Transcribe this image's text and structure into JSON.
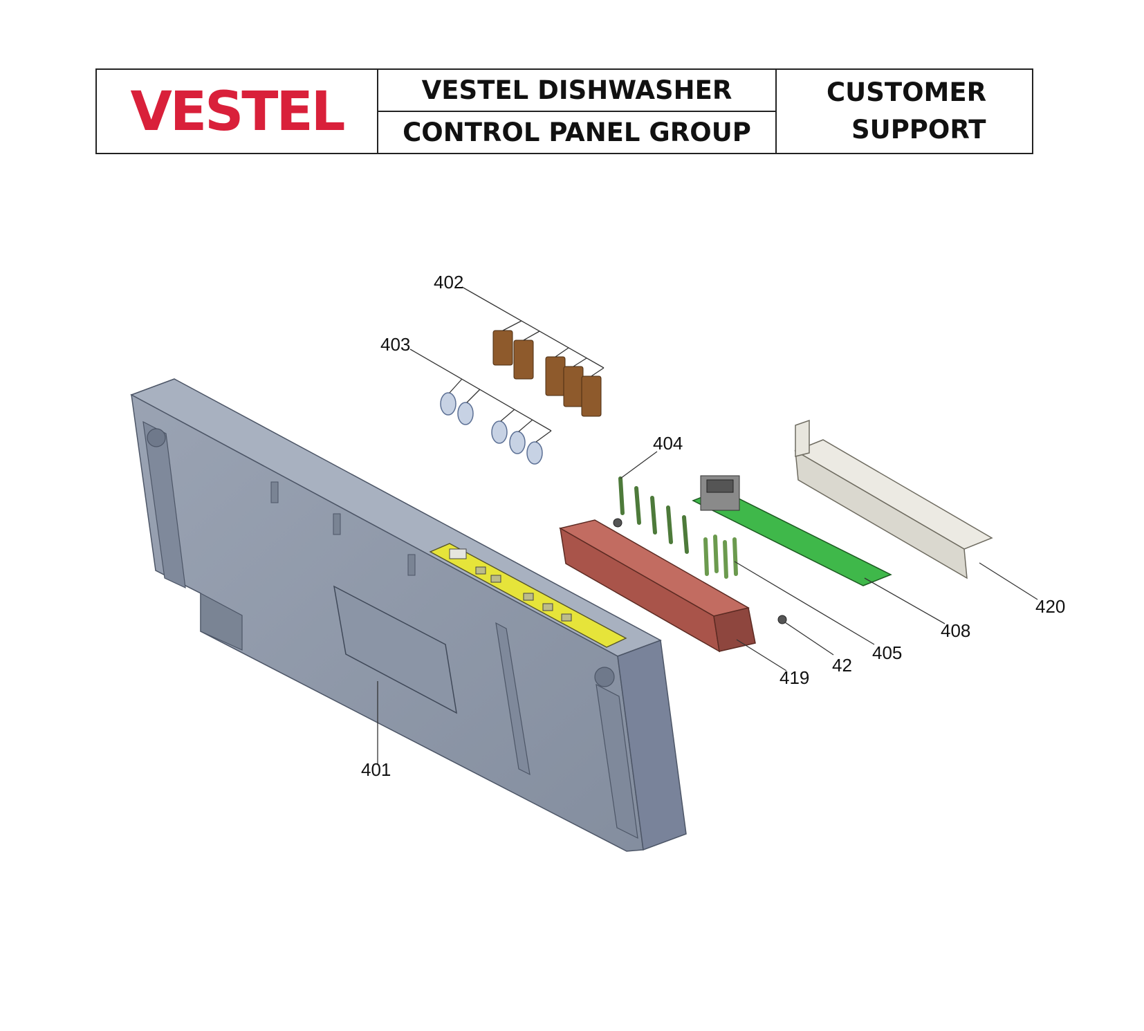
{
  "header": {
    "logo": "VESTEL",
    "title_line1": "VESTEL DISHWASHER",
    "title_line2": "CONTROL PANEL GROUP",
    "support_line1": "CUSTOMER",
    "support_line2": "SUPPORT"
  },
  "colors": {
    "logo_red": "#d9203a",
    "panel_gray": "#8f99aa",
    "display_yellow": "#e6e43a",
    "button_brown": "#8e5a2c",
    "spring_blue": "#8aa0c4",
    "holder_red": "#b65b50",
    "pcb_green": "#3fb84a",
    "cover_white": "#e6e4dc"
  },
  "parts": {
    "p401": "401",
    "p402": "402",
    "p403": "403",
    "p404": "404",
    "p405": "405",
    "p408": "408",
    "p419": "419",
    "p42": "42",
    "p420": "420"
  }
}
